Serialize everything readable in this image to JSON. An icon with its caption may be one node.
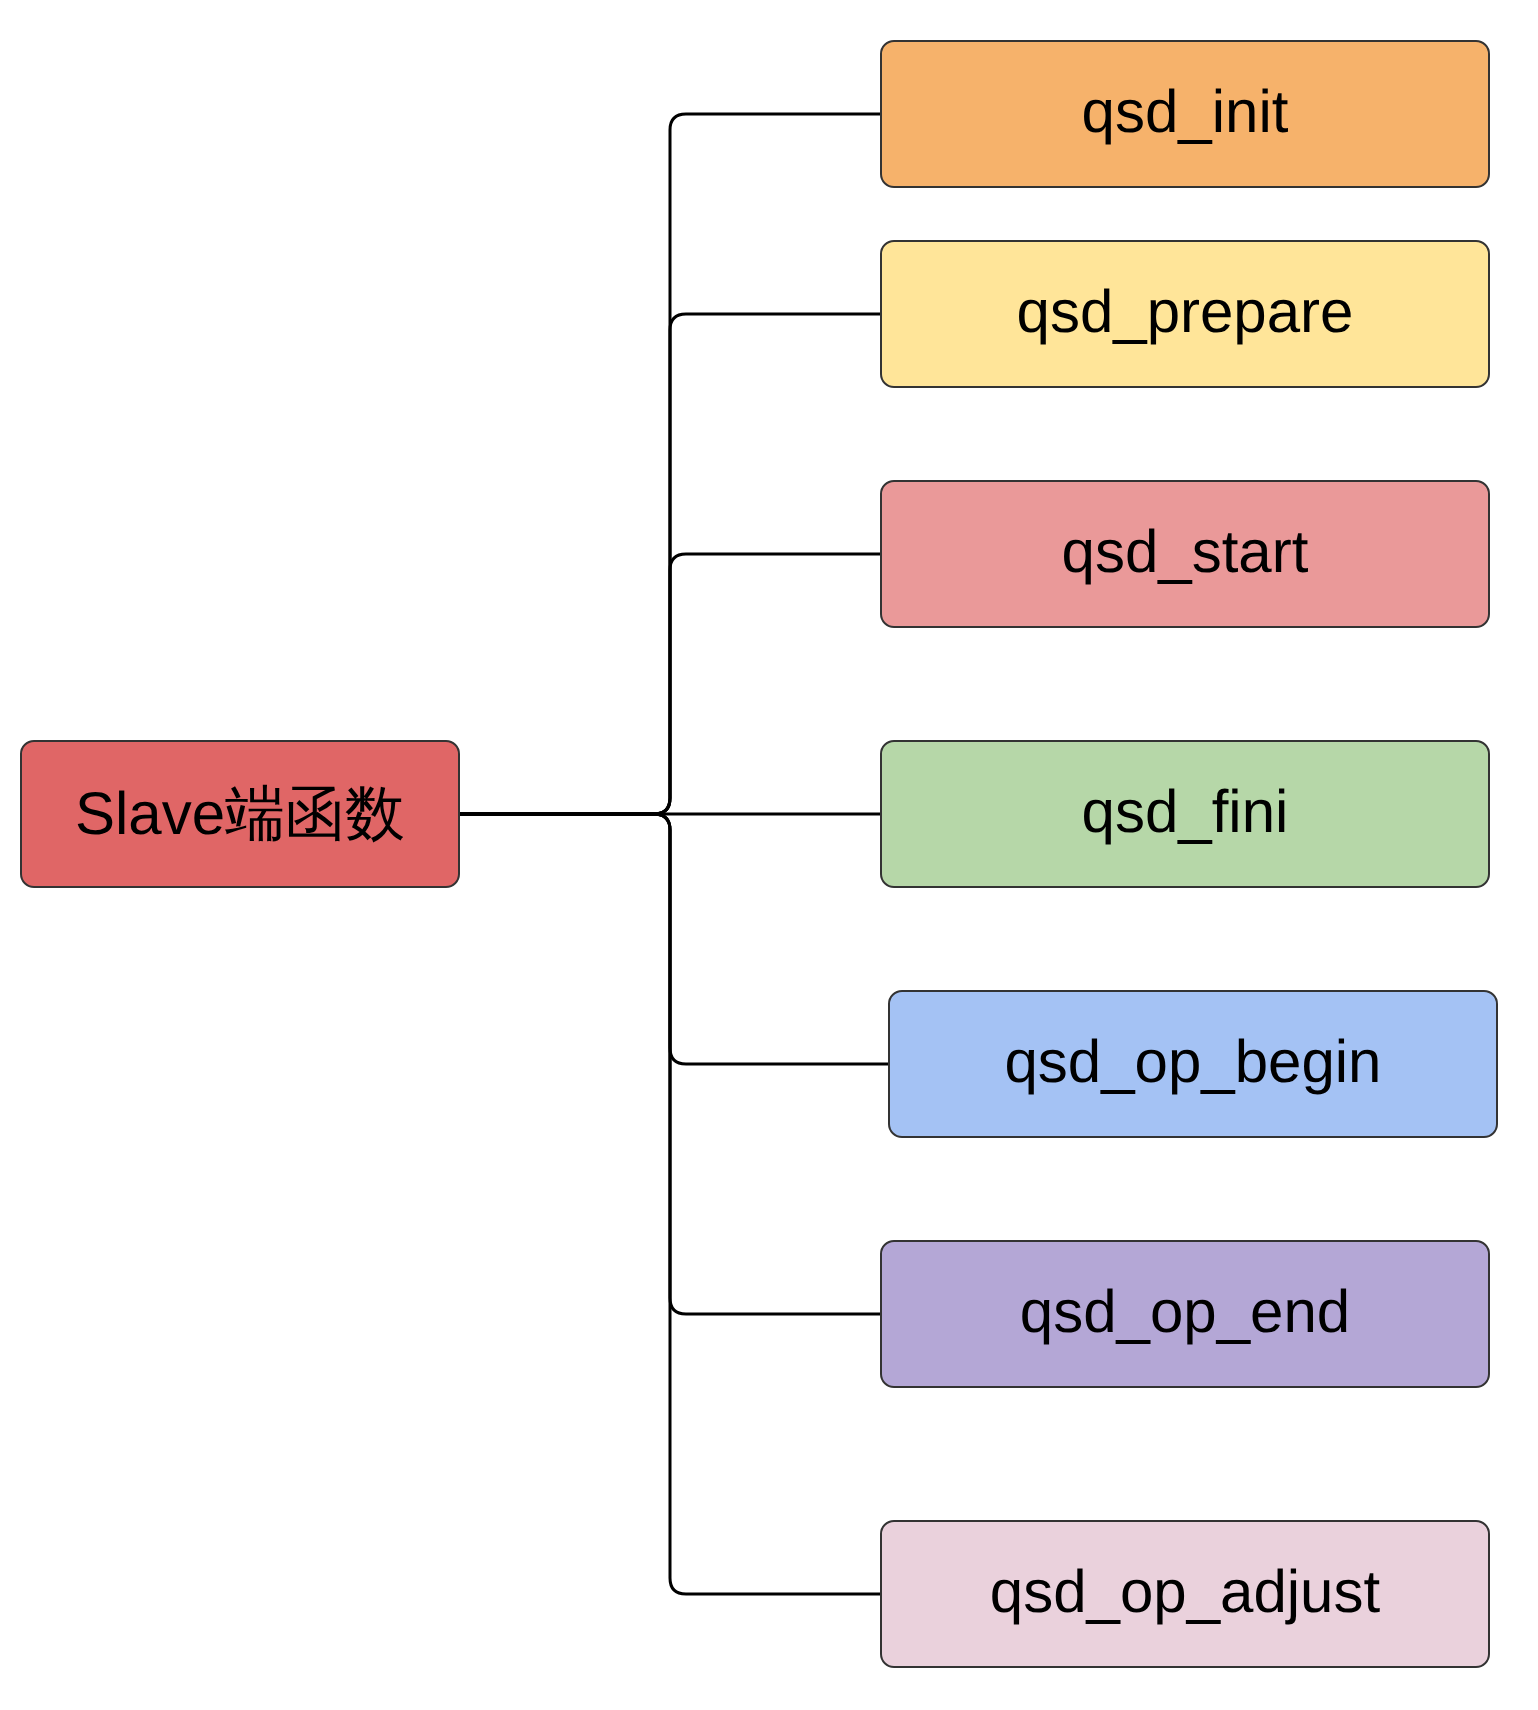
{
  "diagram": {
    "nodes": [
      {
        "text": [
          "Slave端函数"
        ]
      },
      {
        "text": [
          "qsd_init"
        ]
      },
      {
        "text": [
          "qsd_prepare"
        ]
      },
      {
        "text": [
          "qsd_start"
        ]
      },
      {
        "text": [
          "qsd_fini"
        ]
      },
      {
        "text": [
          "qsd_op_begin"
        ]
      },
      {
        "text": [
          "qsd_op_end"
        ]
      },
      {
        "text": [
          "qsd_op_adjust"
        ]
      }
    ],
    "edges": [
      {
        "from": 0,
        "to": 1,
        "arrow": "none"
      },
      {
        "from": 0,
        "to": 2,
        "arrow": "none"
      },
      {
        "from": 0,
        "to": 3,
        "arrow": "none"
      },
      {
        "from": 0,
        "to": 4,
        "arrow": "none"
      },
      {
        "from": 0,
        "to": 5,
        "arrow": "none"
      },
      {
        "from": 0,
        "to": 6,
        "arrow": "none"
      },
      {
        "from": 0,
        "to": 7,
        "arrow": "none"
      }
    ]
  }
}
